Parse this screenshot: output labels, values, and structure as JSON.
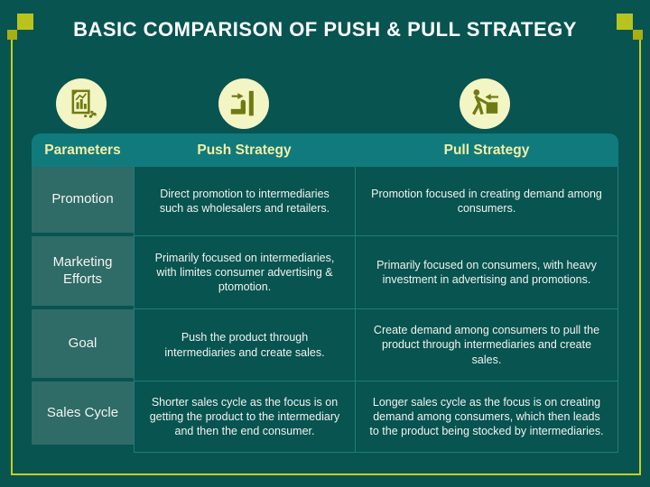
{
  "slide": {
    "title": "BASIC COMPARISON OF PUSH & PULL STRATEGY"
  },
  "icons": {
    "parameters": "report-analytics-icon",
    "push": "hand-push-icon",
    "pull": "person-pulling-box-icon"
  },
  "table": {
    "headers": [
      "Parameters",
      "Push Strategy",
      "Pull Strategy"
    ],
    "rows": [
      {
        "parameter": "Promotion",
        "push": "Direct promotion to intermediaries such as wholesalers and retailers.",
        "pull": "Promotion focused in creating demand among consumers."
      },
      {
        "parameter": "Marketing Efforts",
        "push": "Primarily focused on intermediaries, with limites consumer advertising & ptomotion.",
        "pull": "Primarily focused on consumers, with heavy investment in advertising and promotions."
      },
      {
        "parameter": "Goal",
        "push": "Push the product through intermediaries and create sales.",
        "pull": "Create demand among consumers to pull the product through intermediaries and create sales."
      },
      {
        "parameter": "Sales Cycle",
        "push": "Shorter sales cycle as the focus is on getting the product to the intermediary and then the end consumer.",
        "pull": "Longer sales cycle as the focus is on creating demand among consumers, which then leads to the product being stocked by intermediaries."
      }
    ]
  },
  "colors": {
    "background": "#075451",
    "header_bg": "#117a7c",
    "header_text": "#f2efa6",
    "param_cell_bg": "#2f6b67",
    "grid_line": "#1f7d79",
    "accent_yellow": "#c6ce20",
    "icon_circle_bg": "#f3f5c4",
    "icon_glyph": "#6f7a12",
    "title_text": "#ffffff"
  }
}
